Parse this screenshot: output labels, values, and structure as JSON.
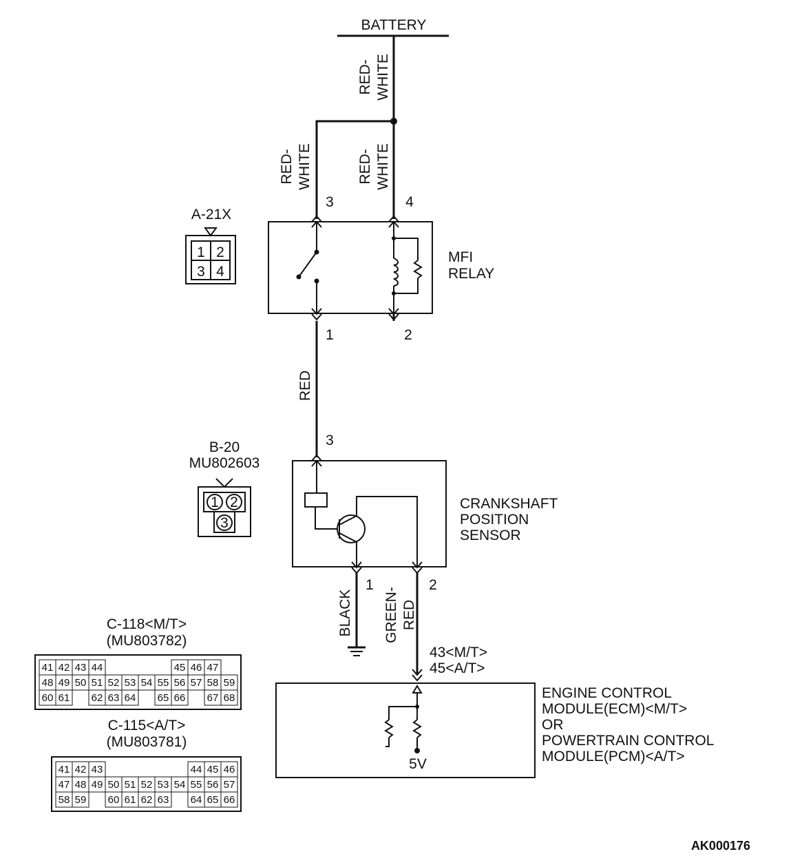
{
  "battery": {
    "label": "BATTERY"
  },
  "wires": {
    "battery_feed": "RED-\nWHITE",
    "relay_pin3_feed": "RED-\nWHITE",
    "relay_pin4_feed": "RED-\nWHITE",
    "relay_to_sensor": "RED",
    "sensor_ground": "BLACK",
    "sensor_signal": "GREEN-\nRED"
  },
  "relay": {
    "name_line1": "MFI",
    "name_line2": "RELAY",
    "pins": {
      "top_left": "3",
      "top_right": "4",
      "bottom_left": "1",
      "bottom_right": "2"
    }
  },
  "relay_connector": {
    "id": "A-21X",
    "cells": [
      "1",
      "2",
      "3",
      "4"
    ]
  },
  "sensor": {
    "name_line1": "CRANKSHAFT",
    "name_line2": "POSITION",
    "name_line3": "SENSOR",
    "pins": {
      "top": "3",
      "bottom_left": "1",
      "bottom_right": "2"
    }
  },
  "sensor_connector": {
    "id": "B-20",
    "part": "MU802603",
    "cells": [
      "1",
      "2",
      "3"
    ]
  },
  "ecm": {
    "pin_line1": "43<M/T>",
    "pin_line2": "45<A/T>",
    "name_line1": "ENGINE CONTROL",
    "name_line2": "MODULE(ECM)<M/T>",
    "name_line3": "OR",
    "name_line4": "POWERTRAIN CONTROL",
    "name_line5": "MODULE(PCM)<A/T>",
    "voltage": "5V"
  },
  "connector_c118": {
    "title": "C-118<M/T>",
    "part": "(MU803782)",
    "rows": [
      [
        "41",
        "42",
        "43",
        "44",
        "",
        "",
        "",
        "",
        "45",
        "46",
        "47"
      ],
      [
        "48",
        "49",
        "50",
        "51",
        "52",
        "53",
        "54",
        "55",
        "56",
        "57",
        "58",
        "59"
      ],
      [
        "60",
        "61",
        "",
        "62",
        "63",
        "64",
        "",
        "65",
        "66",
        "",
        "67",
        "68"
      ]
    ]
  },
  "connector_c115": {
    "title": "C-115<A/T>",
    "part": "(MU803781)",
    "rows": [
      [
        "41",
        "42",
        "43",
        "",
        "",
        "",
        "",
        "",
        "44",
        "45",
        "46"
      ],
      [
        "47",
        "48",
        "49",
        "50",
        "51",
        "52",
        "53",
        "54",
        "55",
        "56",
        "57"
      ],
      [
        "58",
        "59",
        "",
        "60",
        "61",
        "62",
        "63",
        "",
        "64",
        "65",
        "66"
      ]
    ]
  },
  "figure_code": "AK000176"
}
